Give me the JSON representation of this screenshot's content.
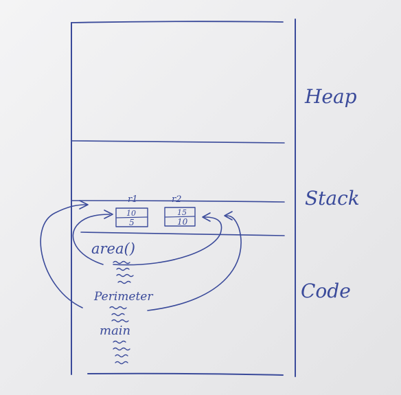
{
  "diagram": {
    "regions": {
      "heap": "Heap",
      "stack": "Stack",
      "code": "Code"
    },
    "stack_frame": {
      "object_r1": {
        "name": "r1",
        "top_value": "10",
        "bottom_value": "5"
      },
      "object_r2": {
        "name": "r2",
        "top_value": "15",
        "bottom_value": "10"
      }
    },
    "code_functions": {
      "area": "area()",
      "perimeter": "Perimeter",
      "main": "main"
    },
    "ink_color": "#3a4a9a"
  }
}
